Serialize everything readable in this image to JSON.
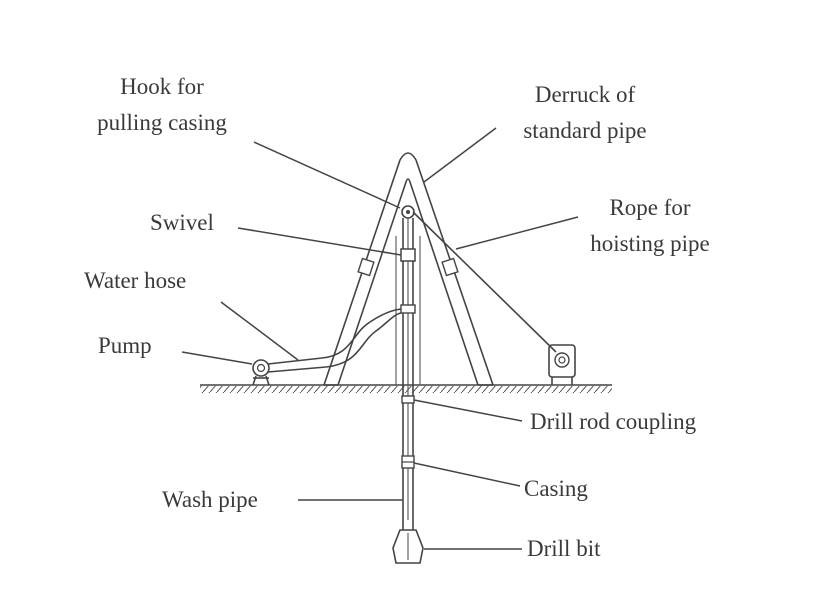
{
  "labels": {
    "hook_line1": "Hook for",
    "hook_line2": "pulling casing",
    "derrick_line1": "Derruck of",
    "derrick_line2": "standard pipe",
    "swivel": "Swivel",
    "rope_line1": "Rope for",
    "rope_line2": "hoisting pipe",
    "water_hose": "Water  hose",
    "pump": "Pump",
    "drill_rod_coupling": "Drill rod coupling",
    "casing": "Casing",
    "wash_pipe": "Wash pipe",
    "drill_bit": "Drill bit"
  },
  "colors": {
    "line": "#444444",
    "text": "#3a3a3a",
    "background": "#ffffff"
  }
}
